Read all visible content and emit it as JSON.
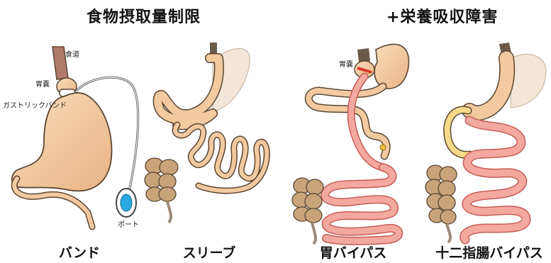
{
  "headers": {
    "left": "食物摂取量制限",
    "right": "+栄養吸収障害"
  },
  "captions": {
    "band": "バンド",
    "sleeve": "スリーブ",
    "gastric_bypass": "胃バイパス",
    "duodenal_switch": "十二指腸バイパス"
  },
  "labels": {
    "esophagus": "食道",
    "pouch": "胃嚢",
    "gastric_band": "ガストリックバンド",
    "port": "ポート",
    "bypass_pouch": "胃嚢"
  },
  "colors": {
    "stomach": "#f3c9a0",
    "outline": "#5a4632",
    "intestine": "#f4a9a0",
    "colon": "#c9a37a",
    "port": "#29a9e0"
  }
}
